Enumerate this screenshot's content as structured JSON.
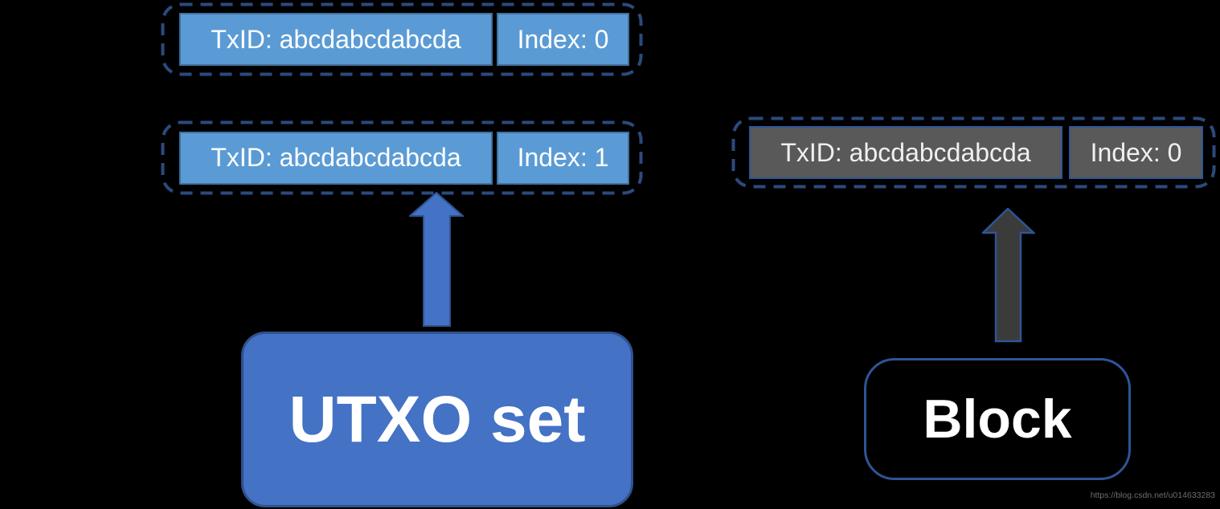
{
  "diagram": {
    "background_color": "#000000",
    "utxo_set": {
      "label": "UTXO set",
      "entries": [
        {
          "txid_label": "TxID: abcdabcdabcda",
          "index_label": "Index: 0"
        },
        {
          "txid_label": "TxID: abcdabcdabcda",
          "index_label": "Index: 1"
        }
      ],
      "colors": {
        "cell_fill": "#5B9BD5",
        "cell_border": "#41719C",
        "container_dash": "#2B4A7E",
        "node_fill": "#4472C4",
        "node_border": "#2F528F",
        "arrow_fill": "#4472C4",
        "arrow_border": "#2F528F",
        "text": "#FFFFFF"
      }
    },
    "block": {
      "label": "Block",
      "entries": [
        {
          "txid_label": "TxID: abcdabcdabcda",
          "index_label": "Index: 0"
        }
      ],
      "colors": {
        "cell_fill": "#595959",
        "cell_border": "#2E5596",
        "container_dash": "#2B4A7E",
        "node_border": "#2E5596",
        "arrow_fill": "#3B3B3B",
        "arrow_border": "#2E5596",
        "text": "#F0F0F0"
      }
    },
    "watermark": {
      "text": "https://blog.csdn.net/u014633283",
      "color": "#6E6E6E"
    }
  }
}
